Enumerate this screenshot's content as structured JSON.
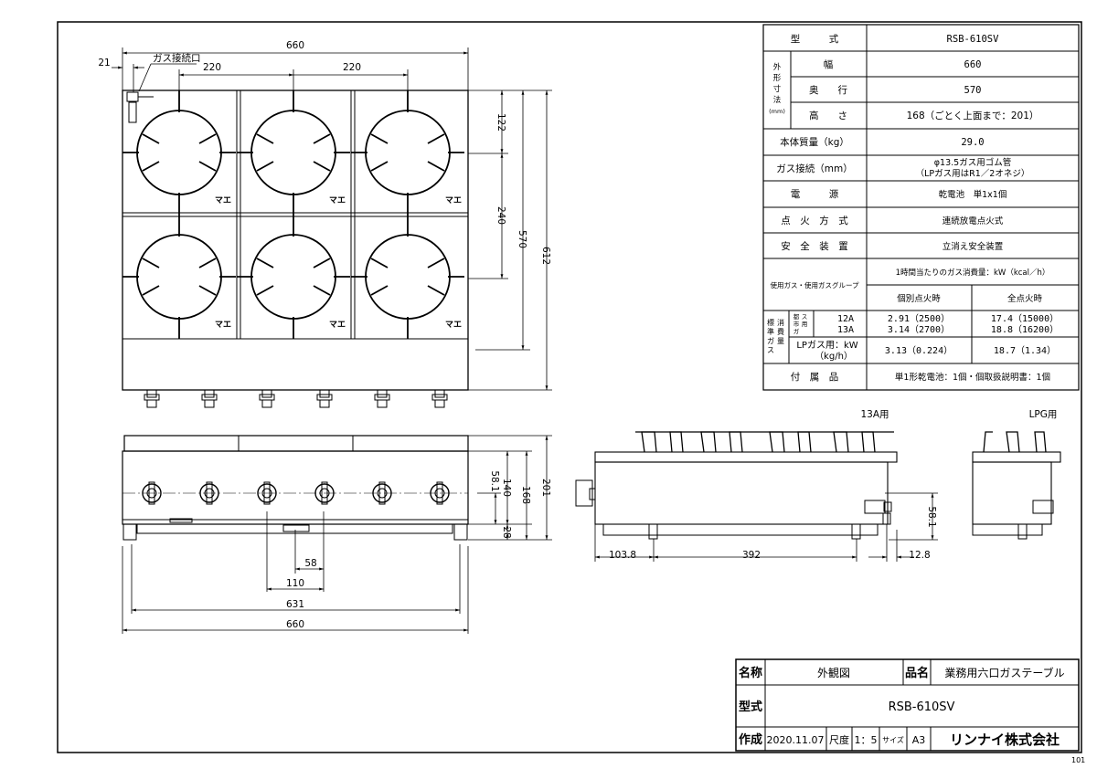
{
  "spec_table": {
    "model_label": "型　　　式",
    "model_value": "RSB-610SV",
    "dims_group_label": [
      "外",
      "形",
      "寸",
      "法",
      "(mm)"
    ],
    "width_label": "幅",
    "width_value": "660",
    "depth_label": "奥　　行",
    "depth_value": "570",
    "height_label": "高　　さ",
    "height_value": "168（ごとく上面まで：201）",
    "mass_label": "本体質量（kg）",
    "mass_value": "29.0",
    "gas_conn_label": "ガス接続（mm）",
    "gas_conn_value_1": "φ13.5ガス用ゴム管",
    "gas_conn_value_2": "（LPガス用はR1／2オネジ）",
    "power_label": "電　　　源",
    "power_value": "乾電池　単1x1個",
    "ignition_label": "点　火　方　式",
    "ignition_value": "連続放電点火式",
    "safety_label": "安　全　装　置",
    "safety_value": "立消え安全装置",
    "gas_group_label": "使用ガス・使用ガスグループ",
    "consumption_header": "1時間当たりのガス消費量：kW（kcal／h）",
    "individual_header": "個別点火時",
    "all_header": "全点火時",
    "std_label": [
      "標",
      "準",
      "ガ",
      "ス"
    ],
    "std_label2": [
      "消",
      "費",
      "量"
    ],
    "city_gas_label": [
      "都",
      "市",
      "ガ",
      "ス",
      "用"
    ],
    "gas_12a": "12A",
    "gas_13a": "13A",
    "ind_12a": "2.91（2500）",
    "ind_13a": "3.14（2700）",
    "all_12a": "17.4（15000）",
    "all_13a": "18.8（16200）",
    "lp_label_1": "LPガス用：kW",
    "lp_label_2": "（kg/h）",
    "lp_ind": "3.13（0.224）",
    "lp_all": "18.7（1.34）",
    "accessories_label": "付　属　品",
    "accessories_value": "単1形乾電池：1個・個取扱説明書：1個"
  },
  "title_block": {
    "name_label": "名称",
    "name_value": "外観図",
    "product_label": "品名",
    "product_value": "業務用六口ガステーブル",
    "model_label": "型式",
    "model_value": "RSB-610SV",
    "made_label": "作成",
    "date": "2020.11.07",
    "scale_label": "尺度",
    "scale_value": "1：5",
    "size_label": "サイズ",
    "size_value": "A3",
    "company": "リンナイ株式会社",
    "sheet_no": "101"
  },
  "top_view": {
    "dim_overall_width": "660",
    "dim_offset": "21",
    "dim_pitch_1": "220",
    "dim_pitch_2": "220",
    "gas_inlet_label": "ガス接続口",
    "dim_122": "122",
    "dim_240": "240",
    "dim_570": "570",
    "dim_612": "612",
    "logo": "マエ"
  },
  "front_view": {
    "dim_58_1": "58.1",
    "dim_140": "140",
    "dim_168": "168",
    "dim_201": "201",
    "dim_28": "28",
    "dim_58": "58",
    "dim_110": "110",
    "dim_631": "631",
    "dim_660": "660"
  },
  "side_view": {
    "label_13a": "13A用",
    "label_lpg": "LPG用",
    "dim_103_8": "103.8",
    "dim_392": "392",
    "dim_58_1": "58.1",
    "dim_12_8": "12.8"
  }
}
